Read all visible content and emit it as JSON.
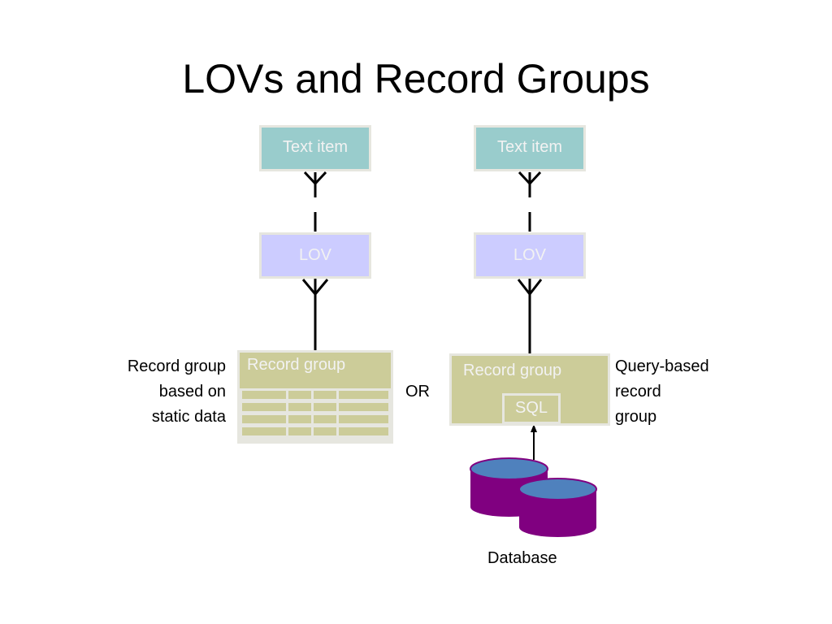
{
  "title": "LOVs and Record Groups",
  "left": {
    "text_item": "Text item",
    "lov": "LOV",
    "record_group": "Record group",
    "caption_lines": [
      "Record group",
      "based on",
      "static data"
    ]
  },
  "separator": "OR",
  "right": {
    "text_item": "Text item",
    "lov": "LOV",
    "record_group": "Record group",
    "sql": "SQL",
    "caption_lines": [
      "Query-based",
      "record",
      "group"
    ],
    "database_label": "Database"
  },
  "colors": {
    "text_item_fill": "#99cccc",
    "lov_fill": "#ccccff",
    "record_group_fill": "#cccc99",
    "box_border": "#e6e6df",
    "database_body": "#800080",
    "database_top": "#4f81bd"
  }
}
